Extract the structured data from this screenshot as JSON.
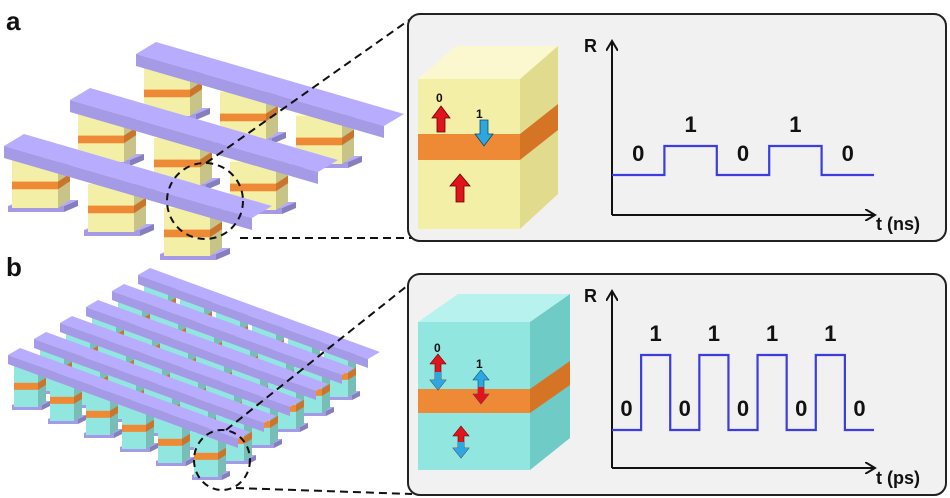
{
  "panels": [
    {
      "letter": "a",
      "inset": {
        "cell_color": "#f4efa6",
        "barrier_color": "#ee8a36",
        "arrow_labels": [
          "0",
          "1"
        ],
        "axis_y": "R",
        "axis_x": "t (ns)",
        "waveform_bits": [
          "0",
          "1",
          "0",
          "1",
          "0"
        ]
      },
      "array": {
        "rows": 3,
        "cols": 3,
        "cell_color": "#f4efa6",
        "electrode_color": "#a49ae6"
      }
    },
    {
      "letter": "b",
      "inset": {
        "cell_color": "#92e6e0",
        "barrier_color": "#ee8a36",
        "arrow_labels": [
          "0",
          "1"
        ],
        "axis_y": "R",
        "axis_x": "t (ps)",
        "waveform_bits": [
          "0",
          "1",
          "0",
          "1",
          "0",
          "1",
          "0",
          "1",
          "0"
        ]
      },
      "array": {
        "rows": 6,
        "cols": 6,
        "cell_color": "#92e6e0",
        "electrode_color": "#a49ae6"
      }
    }
  ],
  "colors": {
    "arrow_red": "#e0141c",
    "arrow_blue": "#2ea6e0",
    "waveform": "#3b3de0",
    "inset_bg": "#f1f1f1",
    "inset_border": "#222222"
  }
}
